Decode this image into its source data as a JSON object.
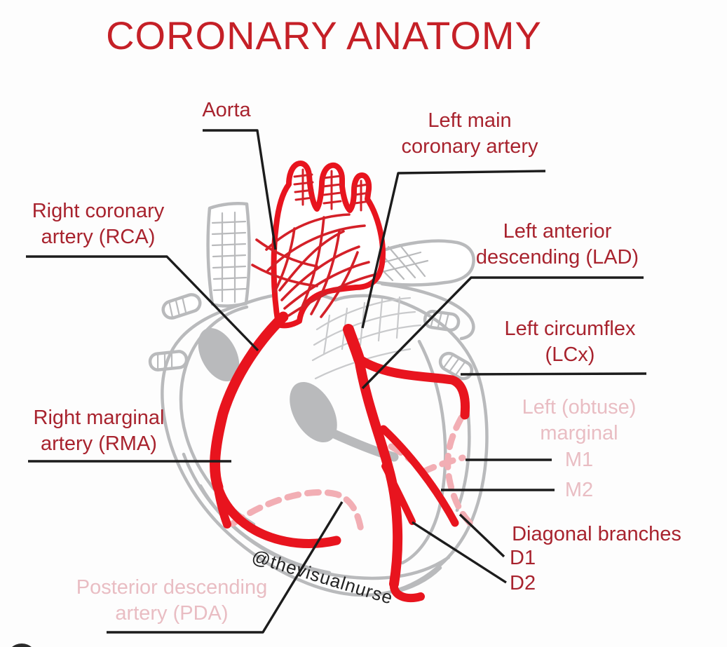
{
  "title": "CORONARY ANATOMY",
  "watermark": "@thevisualnurse",
  "colors": {
    "title_red": "#c52027",
    "label_dark_red": "#a8232e",
    "artery_red": "#e8141e",
    "artery_inner_red": "#d42028",
    "pink_dash": "#f2aeb4",
    "pink_text": "#e9bdc3",
    "heart_gray": "#b9babc",
    "texture_gray": "#c6c7c9",
    "leader_black": "#1c1c1c",
    "background": "#fdfdfd"
  },
  "labels": {
    "aorta": {
      "line1": "Aorta"
    },
    "left_main": {
      "line1": "Left main",
      "line2": "coronary artery"
    },
    "rca": {
      "line1": "Right coronary",
      "line2": "artery (RCA)"
    },
    "lad": {
      "line1": "Left anterior",
      "line2": "descending (LAD)"
    },
    "lcx": {
      "line1": "Left circumflex",
      "line2": "(LCx)"
    },
    "rma": {
      "line1": "Right marginal",
      "line2": "artery (RMA)"
    },
    "obtuse_marginal": {
      "line1": "Left (obtuse)",
      "line2": "marginal",
      "m1": "M1",
      "m2": "M2"
    },
    "diagonal": {
      "title": "Diagonal branches",
      "d1": "D1",
      "d2": "D2"
    },
    "pda": {
      "line1": "Posterior descending",
      "line2": "artery (PDA)"
    }
  }
}
